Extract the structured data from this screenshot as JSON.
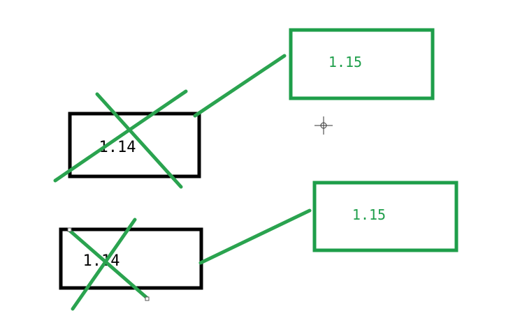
{
  "colors": {
    "background": "#ffffff",
    "old_box": "#000000",
    "new_box": "#1e9e4a",
    "strike": "#2aa34f",
    "connector": "#2aa34f",
    "old_text": "#000000",
    "new_text": "#1e9e4a"
  },
  "annotations": [
    {
      "old_value": "1.14",
      "new_value": "1.15",
      "struck_out": true
    },
    {
      "old_value": "1.14",
      "new_value": "1.15",
      "struck_out": true
    }
  ],
  "cursor": {
    "icon": "crosshair-cursor-icon"
  }
}
